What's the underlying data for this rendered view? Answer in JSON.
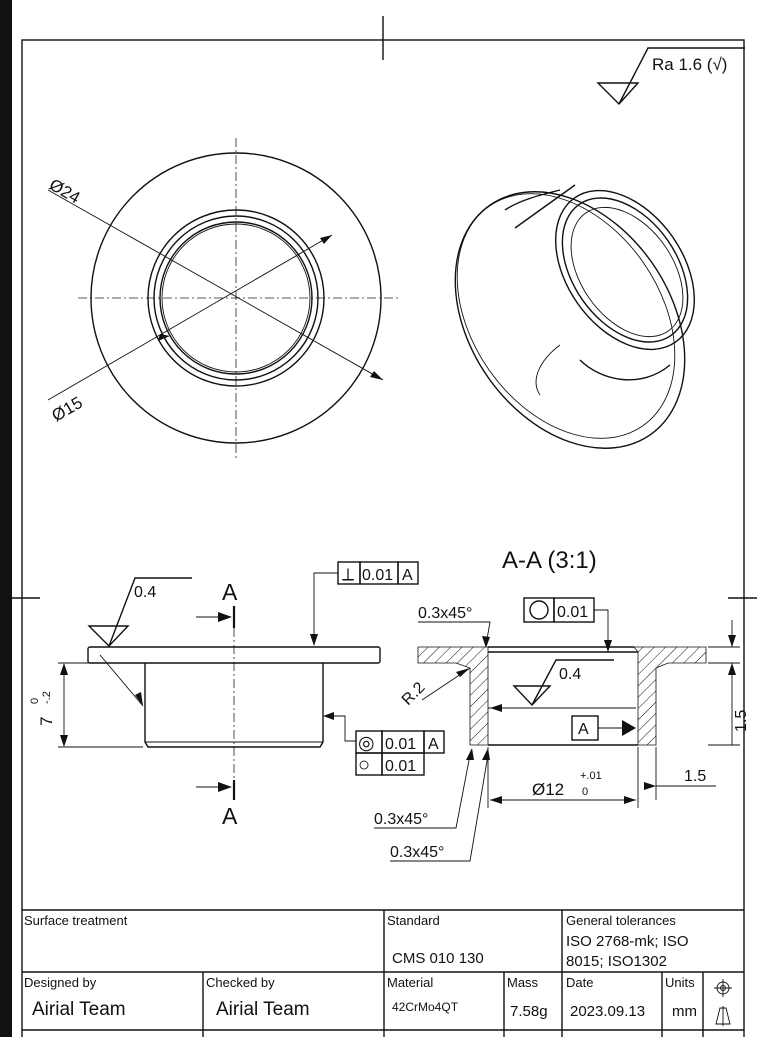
{
  "surface_finish": {
    "general": "Ra 1.6 (√)",
    "flange_top": "0.4",
    "bore": "0.4"
  },
  "views": {
    "section_marker_top": "A",
    "section_marker_bottom": "A",
    "section_title": "A-A (3:1)"
  },
  "dimensions": {
    "outer_diameter": "Ø24",
    "hub_diameter": "Ø15",
    "height_main": "7",
    "height_upper_dev": "0",
    "height_lower_dev": "-.2",
    "flange_thickness": "1.5",
    "wall_thickness": "1.5",
    "fillet_radius": "R.2",
    "bore_diameter": "Ø12",
    "bore_upper_dev": "+.01",
    "bore_lower_dev": "0",
    "chamfer_top": "0.3x45°",
    "chamfer_bottom_1": "0.3x45°",
    "chamfer_bottom_2": "0.3x45°"
  },
  "gdt": {
    "perpendicularity": {
      "symbol": "⟂",
      "value": "0.01",
      "datum": "A"
    },
    "concentricity": {
      "symbol": "◎",
      "value": "0.01",
      "datum": "A"
    },
    "circularity_side": {
      "symbol": "○",
      "value": "0.01"
    },
    "circularity_section": {
      "symbol": "○",
      "value": "0.01"
    },
    "datum_label": "A"
  },
  "title_block": {
    "surface_treatment_label": "Surface treatment",
    "surface_treatment_value": "",
    "standard_label": "Standard",
    "standard_value": "CMS 010 130",
    "general_tolerances_label": "General tolerances",
    "general_tolerances_line1": "ISO 2768-mk; ISO",
    "general_tolerances_line2": "8015; ISO1302",
    "designed_by_label": "Designed by",
    "designed_by_value": "Airial Team",
    "checked_by_label": "Checked by",
    "checked_by_value": "Airial Team",
    "material_label": "Material",
    "material_value": "42CrMo4QT",
    "mass_label": "Mass",
    "mass_value": "7.58g",
    "date_label": "Date",
    "date_value": "2023.09.13",
    "units_label": "Units",
    "units_value": "mm"
  }
}
